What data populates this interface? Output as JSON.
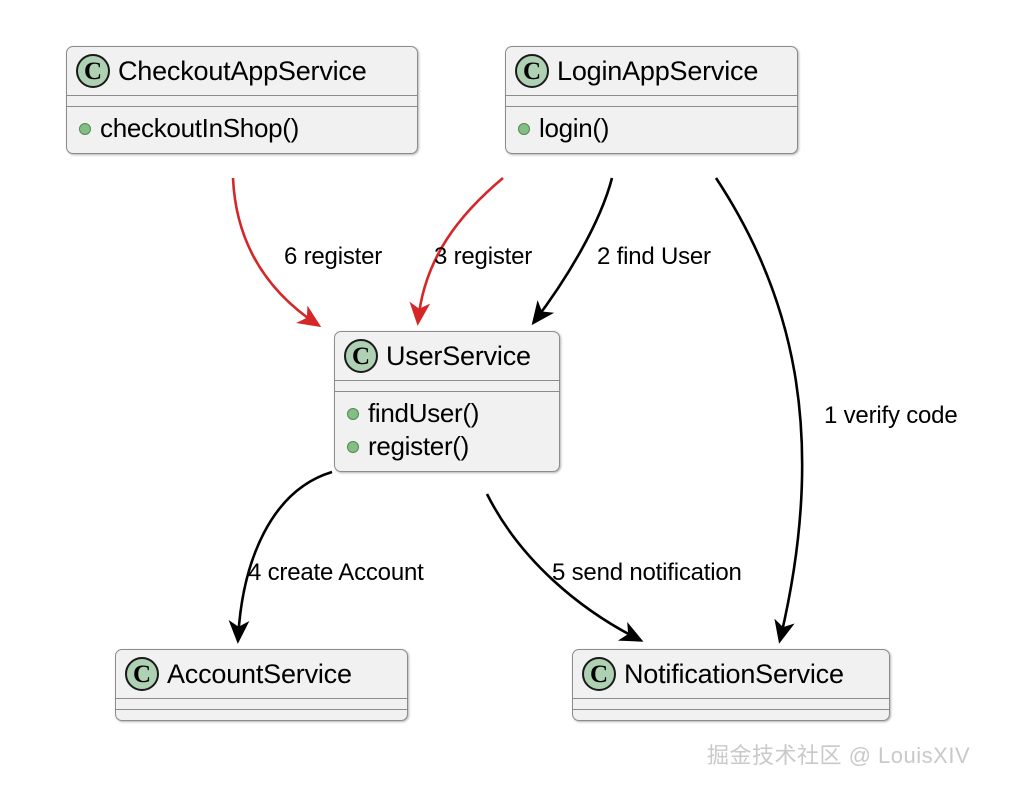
{
  "diagram": {
    "type": "uml-class-diagram",
    "background": "#ffffff",
    "classes": [
      {
        "id": "checkout-app-service",
        "name": "CheckoutAppService",
        "stereotype": "C",
        "methods": [
          "checkoutInShop()"
        ]
      },
      {
        "id": "login-app-service",
        "name": "LoginAppService",
        "stereotype": "C",
        "methods": [
          "login()"
        ]
      },
      {
        "id": "user-service",
        "name": "UserService",
        "stereotype": "C",
        "methods": [
          "findUser()",
          "register()"
        ]
      },
      {
        "id": "account-service",
        "name": "AccountService",
        "stereotype": "C",
        "methods": []
      },
      {
        "id": "notification-service",
        "name": "NotificationService",
        "stereotype": "C",
        "methods": []
      }
    ],
    "edges": [
      {
        "id": "edge-6-register",
        "label": "6 register",
        "from": "checkout-app-service",
        "to": "user-service",
        "color": "#D62728"
      },
      {
        "id": "edge-3-register",
        "label": "3 register",
        "from": "login-app-service",
        "to": "user-service",
        "color": "#D62728"
      },
      {
        "id": "edge-2-find-user",
        "label": "2 find User",
        "from": "login-app-service",
        "to": "user-service",
        "color": "#000000"
      },
      {
        "id": "edge-1-verify-code",
        "label": "1 verify code",
        "from": "login-app-service",
        "to": "notification-service",
        "color": "#000000"
      },
      {
        "id": "edge-4-create-account",
        "label": "4 create Account",
        "from": "user-service",
        "to": "account-service",
        "color": "#000000"
      },
      {
        "id": "edge-5-send-notification",
        "label": "5 send notification",
        "from": "user-service",
        "to": "notification-service",
        "color": "#000000"
      }
    ],
    "colors": {
      "class_fill": "#f1f1f1",
      "class_border": "#8c8c8c",
      "badge_fill": "#ADD1B2",
      "method_dot": "#84BE84",
      "arrow_black": "#000000",
      "arrow_red": "#D62728"
    },
    "watermark": "掘金技术社区 @ LouisXIV"
  }
}
